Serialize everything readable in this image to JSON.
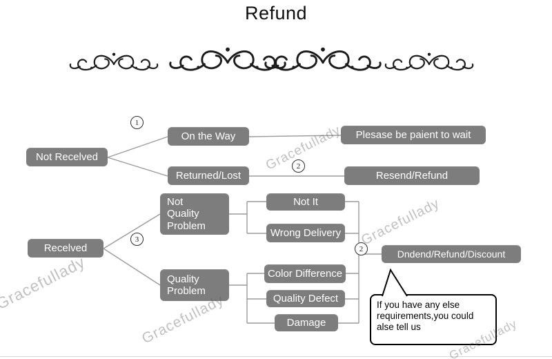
{
  "title": "Refund",
  "watermark": {
    "text": "Gracefullady"
  },
  "numbers": {
    "one": "1",
    "two": "2",
    "three": "3"
  },
  "nodes": {
    "not_received": "Not Recelved",
    "on_the_way": "On the Way",
    "returned_lost": "Returned/Lost",
    "please_wait": "Plesase be paient to wait",
    "resend_refund": "Resend/Refund",
    "received": "Recelved",
    "not_quality_problem": "Not Quality Problem",
    "quality_problem": "Quality Problem",
    "not_it": "Not It",
    "wrong_delivery": "Wrong Delivery",
    "color_difference": "Color Difference",
    "quality_defect": "Quality Defect",
    "damage": "Damage",
    "refund_discount": "Dndend/Refund/Discount",
    "speech_bubble": "If you have any else requirements,you could alse tell us"
  }
}
